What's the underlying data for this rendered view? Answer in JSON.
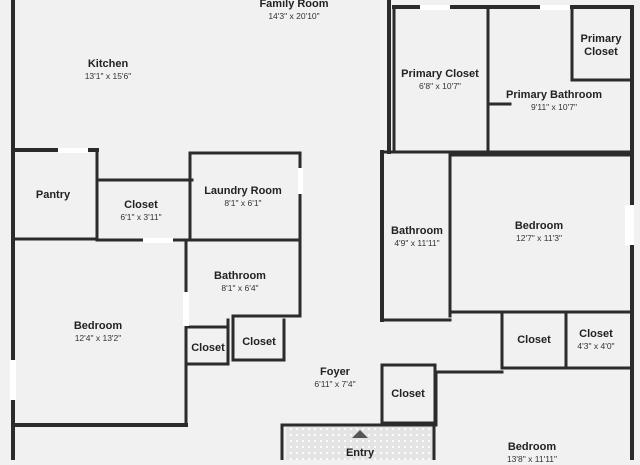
{
  "rooms": {
    "family_room": {
      "name": "Family Room",
      "dims": "14'3\" x 20'10\""
    },
    "kitchen": {
      "name": "Kitchen",
      "dims": "13'1\" x 15'6\""
    },
    "primary_closet": {
      "name": "Primary Closet",
      "dims": "6'8\" x 10'7\""
    },
    "primary_bathroom": {
      "name": "Primary Bathroom",
      "dims": "9'11\" x 10'7\""
    },
    "primary_closet_small": {
      "name": "Primary Closet",
      "name_line1": "Primary",
      "name_line2": "Closet"
    },
    "pantry": {
      "name": "Pantry"
    },
    "closet_kitchen": {
      "name": "Closet",
      "dims": "6'1\" x 3'11\""
    },
    "laundry_room": {
      "name": "Laundry Room",
      "dims": "8'1\" x 6'1\""
    },
    "bathroom_right": {
      "name": "Bathroom",
      "dims": "4'9\" x 11'11\""
    },
    "bedroom_right": {
      "name": "Bedroom",
      "dims": "12'7\" x 11'3\""
    },
    "bathroom_mid": {
      "name": "Bathroom",
      "dims": "8'1\" x 6'4\""
    },
    "bedroom_left": {
      "name": "Bedroom",
      "dims": "12'4\" x 13'2\""
    },
    "closet_a": {
      "name": "Closet"
    },
    "closet_b": {
      "name": "Closet"
    },
    "closet_c": {
      "name": "Closet"
    },
    "closet_d": {
      "name": "Closet",
      "dims": "4'3\" x 4'0\""
    },
    "foyer": {
      "name": "Foyer",
      "dims": "6'11\" x 7'4\""
    },
    "closet_e": {
      "name": "Closet"
    },
    "entry": {
      "name": "Entry"
    },
    "bedroom_bottom": {
      "name": "Bedroom",
      "dims": "13'8\" x 11'11\""
    }
  },
  "colors": {
    "wall": "#2b2b2b",
    "floor": "#f1f1f1",
    "window": "#ffffff",
    "entry_floor": "#e4e4e4"
  }
}
